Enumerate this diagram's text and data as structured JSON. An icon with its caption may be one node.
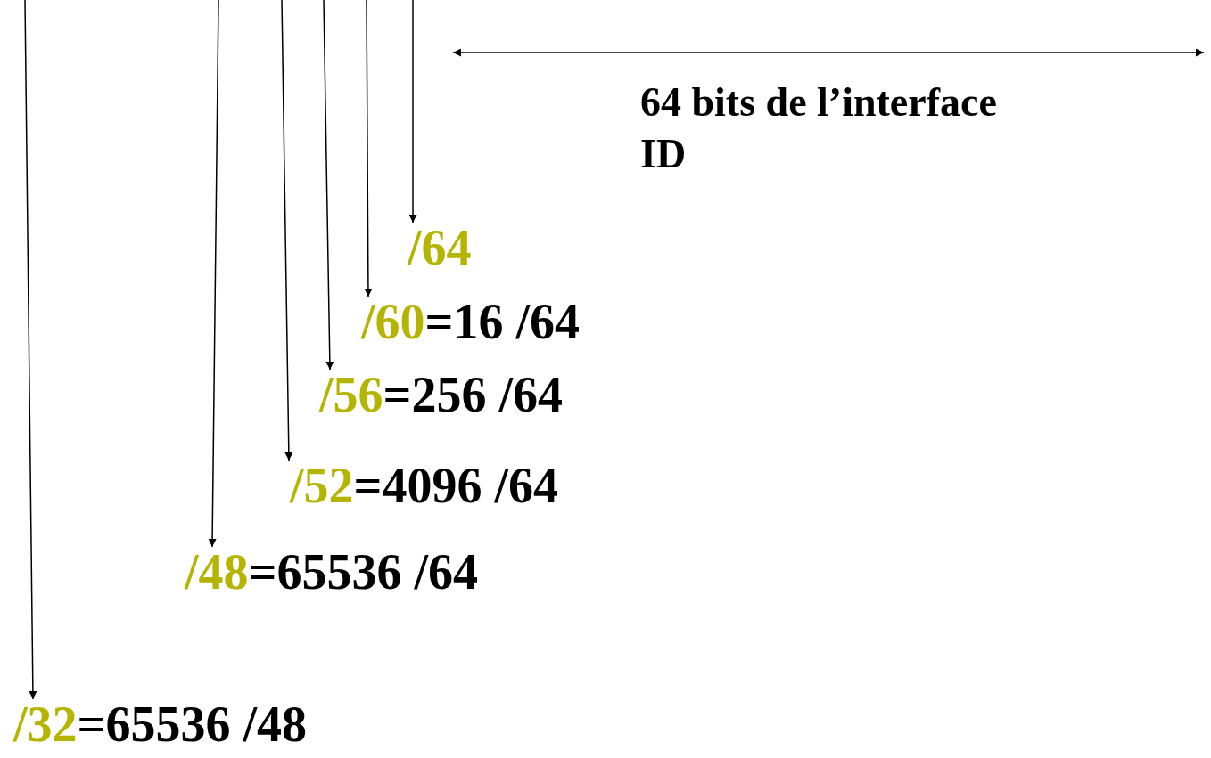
{
  "diagram": {
    "nodes": [
      {
        "text": [
          "/64"
        ]
      },
      {
        "text": [
          "/60",
          "=16 /64"
        ]
      },
      {
        "text": [
          "/56",
          "=256 /64"
        ]
      },
      {
        "text": [
          "/52",
          "=4096 /64"
        ]
      },
      {
        "text": [
          "/48",
          "=65536 /64"
        ]
      },
      {
        "text": [
          "/32",
          "=65536 /48"
        ]
      }
    ],
    "edges": [
      {
        "from": null,
        "to": 0,
        "arrow": "to"
      },
      {
        "from": null,
        "to": 1,
        "arrow": "to"
      },
      {
        "from": null,
        "to": 2,
        "arrow": "to"
      },
      {
        "from": null,
        "to": 3,
        "arrow": "to"
      },
      {
        "from": null,
        "to": 4,
        "arrow": "to"
      },
      {
        "from": null,
        "to": 5,
        "arrow": "to"
      }
    ],
    "labels": [
      "64 bits de l’interface ID"
    ]
  }
}
